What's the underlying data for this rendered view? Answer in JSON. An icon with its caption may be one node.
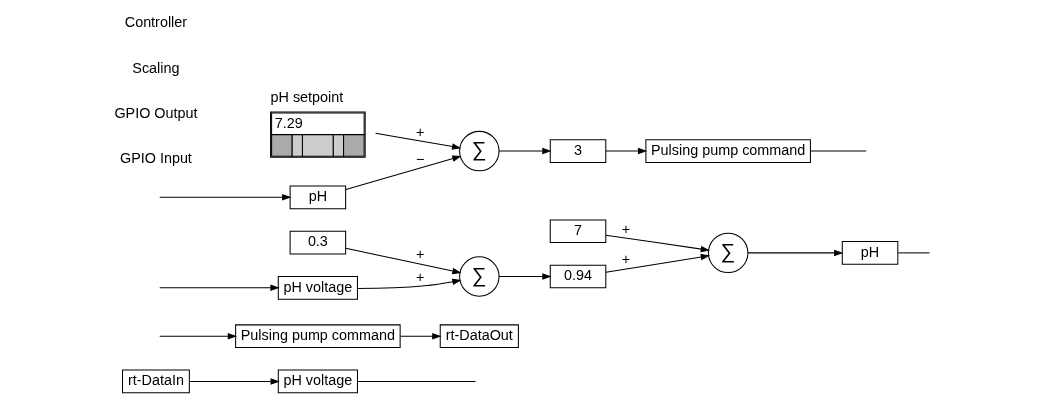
{
  "diagram": {
    "nodes": [
      {
        "text": [
          "rt-DataIn"
        ]
      },
      {
        "text": [
          "pH voltage"
        ]
      },
      {
        "text": [
          "Pulsing pump command"
        ]
      },
      {
        "text": [
          "rt-DataOut"
        ]
      },
      {
        "text": [
          "pH voltage"
        ]
      },
      {
        "text": [
          "0.3"
        ]
      },
      {
        "text": [
          "∑"
        ]
      },
      {
        "text": [
          "0.94"
        ]
      },
      {
        "text": [
          "7"
        ]
      },
      {
        "text": [
          "∑"
        ]
      },
      {
        "text": [
          "pH"
        ]
      },
      {
        "text": [
          "pH setpoint",
          "7.29"
        ]
      },
      {
        "text": [
          "pH"
        ]
      },
      {
        "text": [
          "∑"
        ]
      },
      {
        "text": [
          "3"
        ]
      },
      {
        "text": [
          "Pulsing pump command"
        ]
      }
    ],
    "edges": [
      {
        "from": 0,
        "to": 1,
        "arrow": "to"
      },
      {
        "from": 1,
        "to": null,
        "arrow": "none"
      },
      {
        "from": null,
        "to": 2,
        "arrow": "to"
      },
      {
        "from": 2,
        "to": 3,
        "arrow": "to"
      },
      {
        "from": null,
        "to": 4,
        "arrow": "to"
      },
      {
        "from": 4,
        "to": 6,
        "arrow": "to",
        "label": "+"
      },
      {
        "from": 5,
        "to": 6,
        "arrow": "to",
        "label": "+"
      },
      {
        "from": 6,
        "to": 7,
        "arrow": "to"
      },
      {
        "from": 7,
        "to": 9,
        "arrow": "to",
        "label": "+"
      },
      {
        "from": 8,
        "to": 9,
        "arrow": "to",
        "label": "+"
      },
      {
        "from": 9,
        "to": 10,
        "arrow": "to"
      },
      {
        "from": 10,
        "to": null,
        "arrow": "none"
      },
      {
        "from": 11,
        "to": 13,
        "arrow": "to",
        "label": "+"
      },
      {
        "from": null,
        "to": 12,
        "arrow": "to"
      },
      {
        "from": 12,
        "to": 13,
        "arrow": "to",
        "label": "−"
      },
      {
        "from": 13,
        "to": 14,
        "arrow": "to"
      },
      {
        "from": 14,
        "to": 15,
        "arrow": "to"
      },
      {
        "from": 15,
        "to": null,
        "arrow": "none"
      }
    ],
    "labels": [
      "GPIO Input",
      "GPIO Output",
      "Scaling",
      "Controller"
    ]
  }
}
